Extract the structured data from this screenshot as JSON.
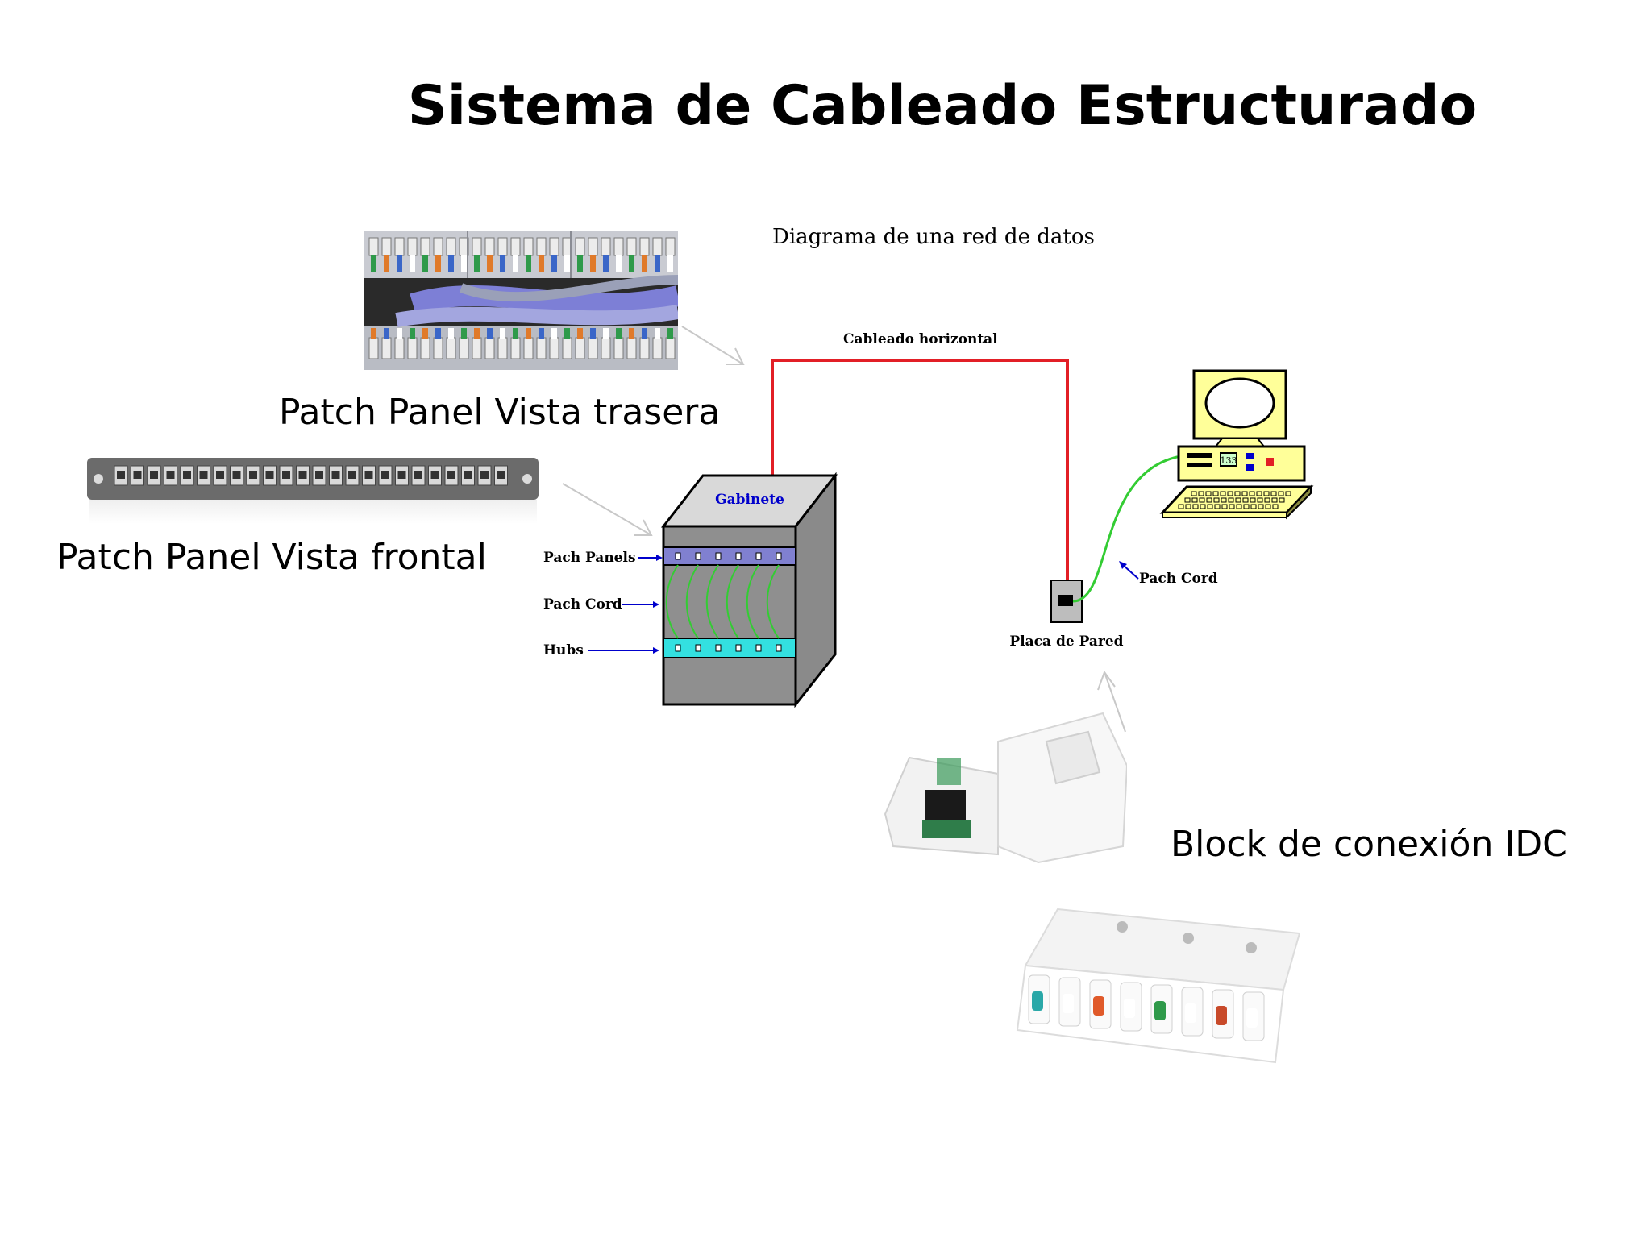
{
  "slide": {
    "title": "Sistema de Cableado Estructurado"
  },
  "captions": {
    "patch_rear": "Patch Panel  Vista trasera",
    "patch_front": "Patch Panel  Vista frontal",
    "idc_block": "Block de conexión IDC"
  },
  "diagram": {
    "title": "Diagrama de una red de datos",
    "horizontal_cabling": "Cableado horizontal",
    "cabinet": "Gabinete",
    "patch_panels": "Pach Panels",
    "patch_cord_left": "Pach Cord",
    "hubs": "Hubs",
    "patch_cord_right": "Pach Cord",
    "wall_plate": "Placa de Pared",
    "pc_display": "133"
  },
  "colors": {
    "horizontal_cable": "#e21f26",
    "patch_cord": "#33cc33",
    "cabinet_title": "#0000cc",
    "hub_strip": "#33e0e0",
    "monitor": "#ffff99",
    "arrow_blue": "#0000cc"
  }
}
